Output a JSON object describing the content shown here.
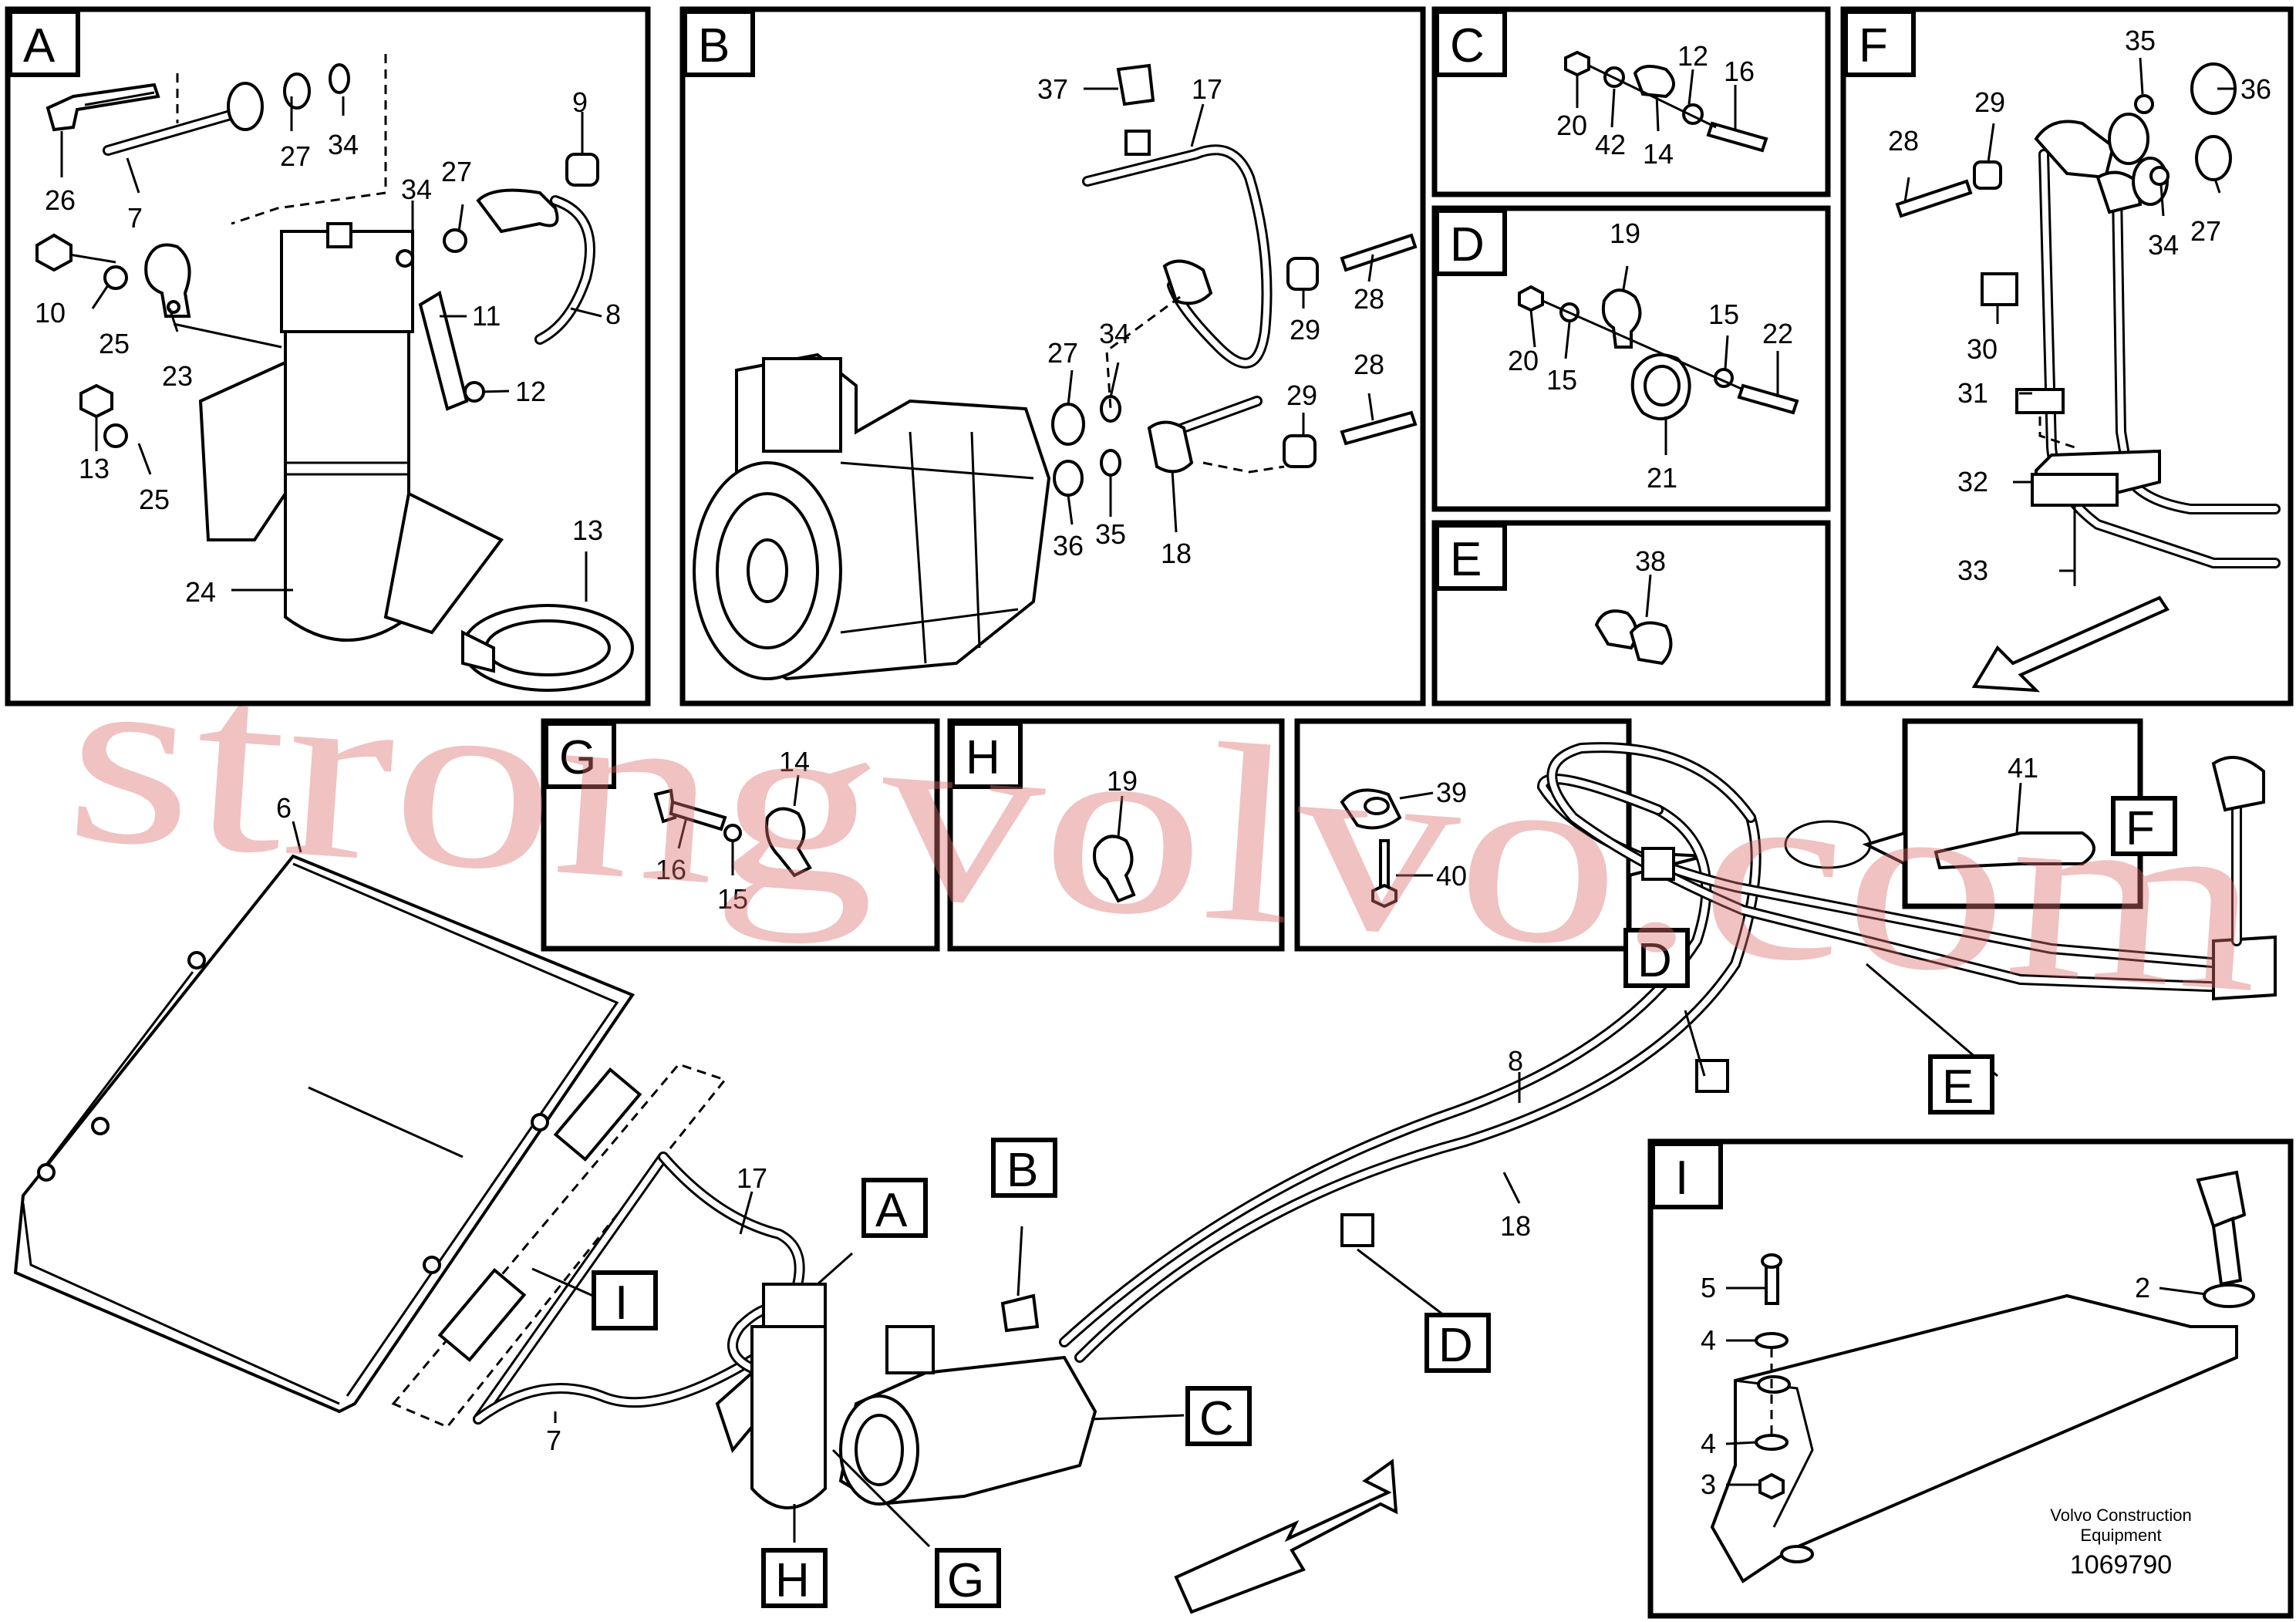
{
  "panels": {
    "A": {
      "tag": "A",
      "labels": [
        "26",
        "7",
        "27",
        "34",
        "9",
        "34",
        "27",
        "10",
        "25",
        "23",
        "11",
        "12",
        "13",
        "25",
        "24",
        "13",
        "8"
      ]
    },
    "B": {
      "tag": "B",
      "labels": [
        "37",
        "17",
        "27",
        "34",
        "29",
        "28",
        "29",
        "28",
        "36",
        "35",
        "18"
      ]
    },
    "C": {
      "tag": "C",
      "labels": [
        "12",
        "16",
        "20",
        "42",
        "14"
      ]
    },
    "D": {
      "tag": "D",
      "labels": [
        "19",
        "20",
        "15",
        "15",
        "22",
        "21"
      ]
    },
    "E": {
      "tag": "E",
      "labels": [
        "38"
      ]
    },
    "F": {
      "tag": "F",
      "labels": [
        "35",
        "36",
        "29",
        "28",
        "34",
        "27",
        "30",
        "31",
        "32",
        "33"
      ]
    },
    "G": {
      "tag": "G",
      "labels": [
        "14",
        "16",
        "15"
      ]
    },
    "H": {
      "tag": "H",
      "labels": [
        "19"
      ]
    },
    "J": {
      "labels": [
        "39",
        "40"
      ]
    },
    "K": {
      "labels": [
        "41"
      ]
    },
    "I": {
      "tag": "I",
      "labels": [
        "5",
        "4",
        "4",
        "3",
        "2"
      ]
    }
  },
  "main": {
    "labels": [
      "6",
      "17",
      "7",
      "18",
      "8"
    ],
    "callouts": [
      "A",
      "B",
      "C",
      "D",
      "D",
      "E",
      "F",
      "G",
      "H",
      "I"
    ]
  },
  "watermark": "strongvolvo.com",
  "footer": {
    "company": [
      "Volvo Construction",
      "Equipment"
    ],
    "doc_number": "1069790"
  },
  "colors": {
    "line": "#000000",
    "background": "#ffffff",
    "watermark": "#dc6e6e"
  }
}
